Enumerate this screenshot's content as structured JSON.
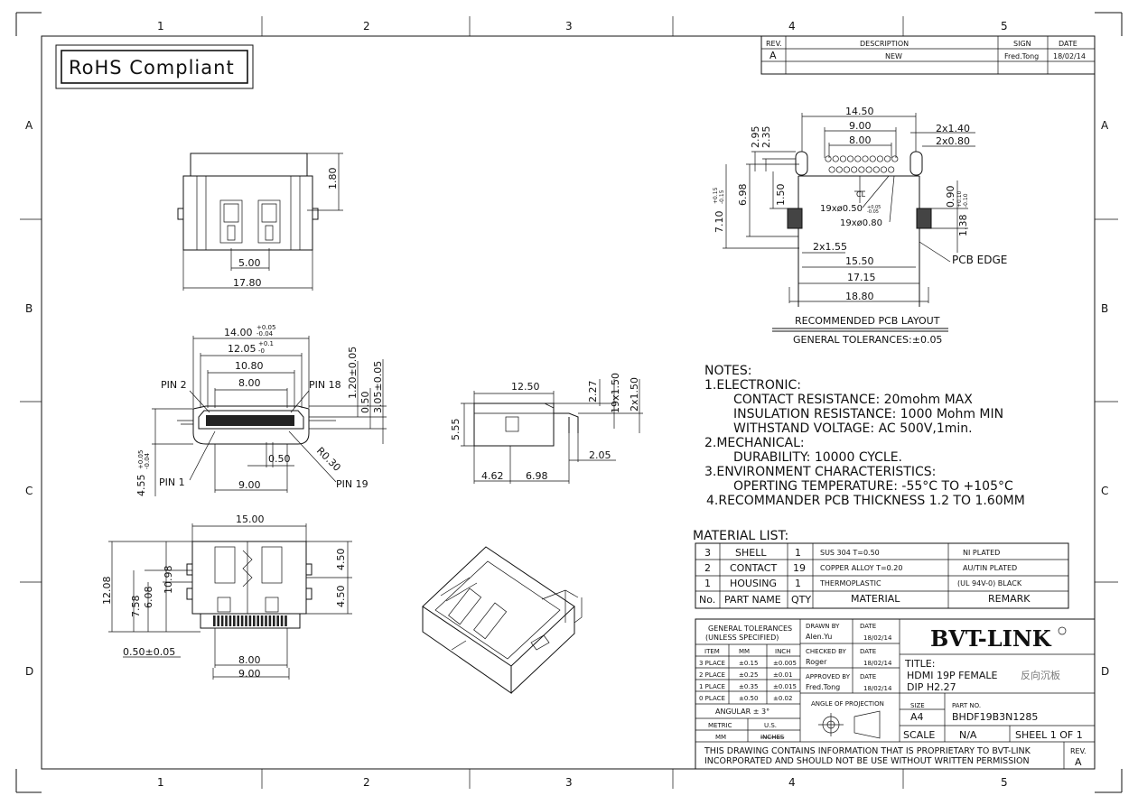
{
  "border": {
    "columns": [
      "1",
      "2",
      "3",
      "4",
      "5"
    ],
    "rows": [
      "A",
      "B",
      "C",
      "D"
    ]
  },
  "rohs": "RoHS Compliant",
  "revision": {
    "headers": [
      "REV.",
      "DESCRIPTION",
      "SIGN",
      "DATE"
    ],
    "row": [
      "A",
      "NEW",
      "Fred.Tong",
      "18/02/14"
    ]
  },
  "top_view": {
    "dims": [
      "1.80",
      "5.00",
      "17.80"
    ]
  },
  "pcb_layout": {
    "dims": [
      "14.50",
      "9.00",
      "8.00",
      "2x1.40",
      "2x0.80",
      "2.95",
      "2.35",
      "6.98",
      "1.50",
      "7.10",
      "0.90",
      "1.38",
      "2x1.55",
      "15.50",
      "17.15",
      "18.80"
    ],
    "tol_710": [
      "+0.15",
      "-0.15"
    ],
    "tol_138": [
      "+0.10",
      "-0.10"
    ],
    "hole_labels": [
      "19xø0.50",
      "19xø0.80"
    ],
    "hole_tol": [
      "+0.05",
      "-0.05"
    ],
    "cl": "CL",
    "pcb_edge": "PCB EDGE",
    "caption": "RECOMMENDED PCB LAYOUT",
    "tolerance": "GENERAL TOLERANCES:±0.05"
  },
  "front_view": {
    "w1": "14.00",
    "w1_tol": [
      "+0.05",
      "-0.04"
    ],
    "w2": "12.05",
    "w2_tol": [
      "+0.1",
      "-0"
    ],
    "w3": "10.80",
    "w4": "8.00",
    "pitch": "0.50",
    "w5": "9.00",
    "h1": "1.20±0.05",
    "h2": "0.50",
    "h3": "3.05±0.05",
    "h4": "4.55",
    "h4_tol": [
      "+0.05",
      "-0.04"
    ],
    "radius": "R0.30",
    "pins": [
      "PIN 2",
      "PIN 18",
      "PIN 1",
      "PIN 19"
    ]
  },
  "side_view": {
    "dims": [
      "12.50",
      "2.27",
      "19x1.50",
      "2x1.50",
      "5.55",
      "2.05",
      "4.62",
      "6.98"
    ]
  },
  "bottom_view": {
    "dims": [
      "15.00",
      "4.50",
      "4.50",
      "12.08",
      "10.98",
      "7.58",
      "6.08",
      "0.50±0.05",
      "8.00",
      "9.00"
    ]
  },
  "notes": {
    "heading": "NOTES:",
    "lines": [
      "1.ELECTRONIC:",
      "CONTACT RESISTANCE: 20mohm MAX",
      "INSULATION RESISTANCE: 1000 Mohm MIN",
      "WITHSTAND VOLTAGE: AC 500V,1min.",
      "2.MECHANICAL:",
      "DURABILITY: 10000 CYCLE.",
      "3.ENVIRONMENT CHARACTERISTICS:",
      "OPERTING TEMPERATURE: -55°C TO +105°C",
      "4.RECOMMANDER PCB THICKNESS 1.2 TO 1.60MM"
    ]
  },
  "material": {
    "heading": "MATERIAL LIST:",
    "rows": [
      [
        "3",
        "SHELL",
        "1",
        "SUS 304  T=0.50",
        "NI PLATED"
      ],
      [
        "2",
        "CONTACT",
        "19",
        "COPPER ALLOY T=0.20",
        "AU/TIN PLATED"
      ],
      [
        "1",
        "HOUSING",
        "1",
        "THERMOPLASTIC",
        "(UL 94V-0) BLACK"
      ]
    ],
    "header": [
      "No.",
      "PART NAME",
      "QTY",
      "MATERIAL",
      "REMARK"
    ]
  },
  "title_block": {
    "gt_title": "GENERAL TOLERANCES",
    "gt_sub": "(UNLESS SPECIFIED)",
    "gt_head": [
      "ITEM",
      "MM",
      "INCH"
    ],
    "gt_rows": [
      [
        "3 PLACE",
        "±0.15",
        "±0.005"
      ],
      [
        "2 PLACE",
        "±0.25",
        "±0.01"
      ],
      [
        "1 PLACE",
        "±0.35",
        "±0.015"
      ],
      [
        "0 PLACE",
        "±0.50",
        "±0.02"
      ]
    ],
    "angular": "ANGULAR ± 3°",
    "metric": "METRIC",
    "us": "U.S.",
    "mm": "MM",
    "inches": "INCHES",
    "drawn_by": "DRAWN BY",
    "drawn_name": "Alen.Yu",
    "checked_by": "CHECKED BY",
    "checked_name": "Roger",
    "approved_by": "APPROVED BY",
    "approved_name": "Fred.Tong",
    "date_label": "DATE",
    "date": "18/02/14",
    "angle": "ANGLE OF PROJECTION",
    "company": "BVT-LINK",
    "title_label": "TITLE:",
    "title_1": "HDMI 19P FEMALE",
    "title_cn": "反向沉板",
    "title_2": "DIP H2.27",
    "size_label": "SIZE",
    "size": "A4",
    "part_label": "PART NO.",
    "part": "BHDF19B3N1285",
    "scale_label": "SCALE",
    "scale": "N/A",
    "sheet": "SHEEL 1 OF 1",
    "prop_1": "THIS DRAWING CONTAINS INFORMATION THAT IS PROPRIETARY TO BVT-LINK",
    "prop_2": "INCORPORATED AND SHOULD NOT BE USE WITHOUT WRITTEN PERMISSION",
    "rev_label": "REV.",
    "rev": "A"
  }
}
